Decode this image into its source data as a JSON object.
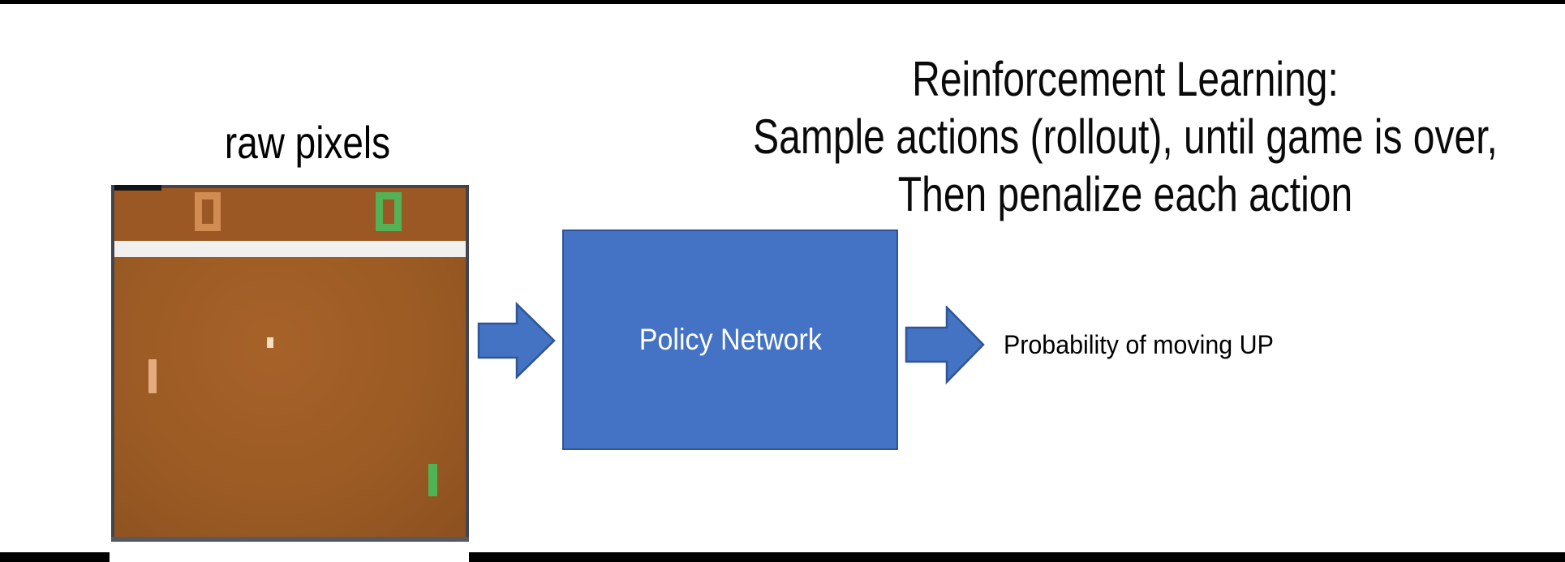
{
  "title": {
    "lines": [
      "Reinforcement Learning:",
      "Sample actions (rollout), until game is over,",
      "Then penalize each action"
    ]
  },
  "pong": {
    "label": "raw pixels",
    "left_score": "0",
    "right_score": "0"
  },
  "pipeline": {
    "policy_box_label": "Policy Network",
    "output_label": "Probability of moving UP"
  },
  "colors": {
    "accent_blue": "#4472c4",
    "accent_blue_border": "#2e5596",
    "game_brown": "#9c5b24",
    "game_border_gray": "#42464c",
    "score_orange": "#d08c52",
    "score_green": "#54b156",
    "paddle_tan": "#e3ab7e",
    "paddle_green": "#4eb454",
    "ball_cream": "#f4e0bd",
    "field_stripe_white": "#f2f0ee",
    "letterbox_black": "#000000"
  }
}
